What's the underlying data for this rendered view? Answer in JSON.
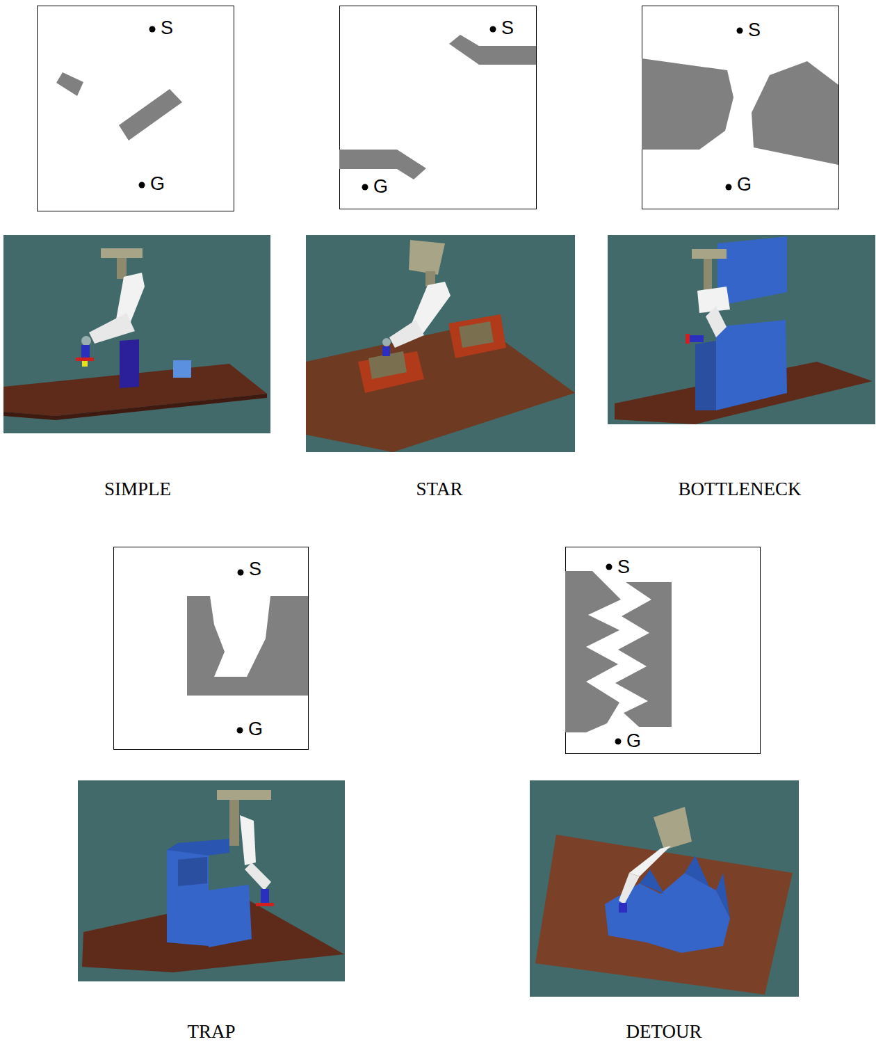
{
  "diagram": {
    "labels": [
      "S",
      "G",
      "S",
      "G",
      "S",
      "G",
      "SIMPLE",
      "STAR",
      "BOTTLENECK",
      "S",
      "G",
      "S",
      "G",
      "TRAP",
      "DETOUR"
    ]
  }
}
